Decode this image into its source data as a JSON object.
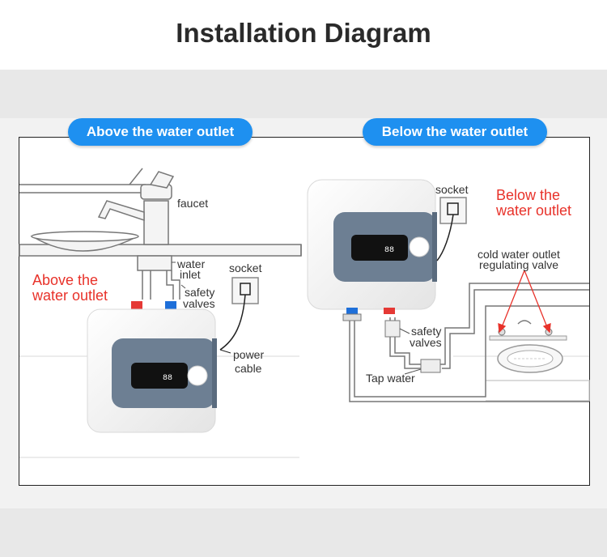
{
  "title": "Installation Diagram",
  "panels": {
    "left": {
      "tab": "Above the water outlet",
      "labels": {
        "faucet": "faucet",
        "water_inlet_1": "water",
        "water_inlet_2": "inlet",
        "socket": "socket",
        "safety_valves_1": "safety",
        "safety_valves_2": "valves",
        "power_cable_1": "power",
        "power_cable_2": "cable",
        "outlet_1": "Above the",
        "outlet_2": "water outlet",
        "display": "88"
      }
    },
    "right": {
      "tab": "Below the water outlet",
      "labels": {
        "socket": "socket",
        "outlet_1": "Below the",
        "outlet_2": "water outlet",
        "cold_valve_1": "cold water outlet",
        "cold_valve_2": "regulating valve",
        "safety_valves_1": "safety",
        "safety_valves_2": "valves",
        "tap_water": "Tap water",
        "display": "88"
      }
    }
  },
  "colors": {
    "accent_blue": "#1e90f0",
    "callout_red": "#e8322a",
    "heater_panel": "#6d7f93",
    "hot_cap": "#e53935",
    "cold_cap": "#1e6fd9"
  }
}
